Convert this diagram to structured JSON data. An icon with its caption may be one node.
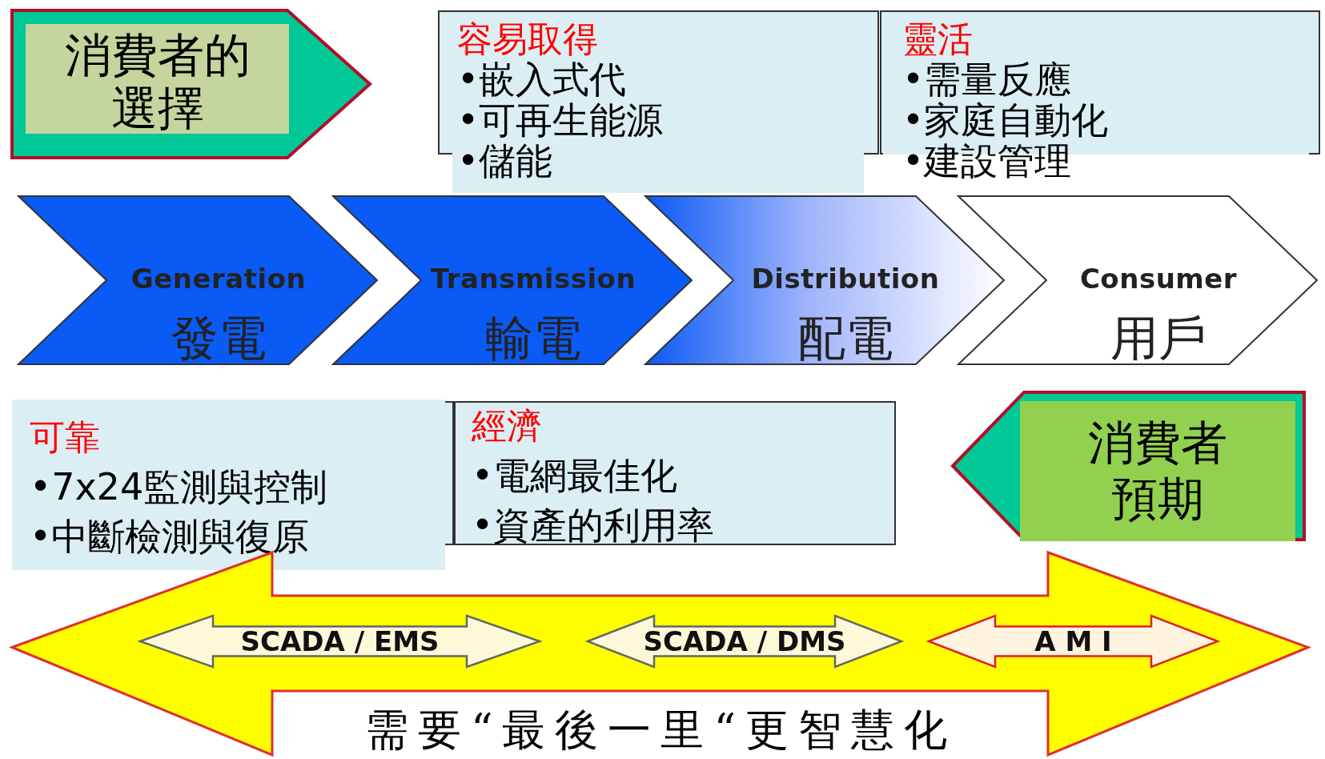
{
  "diagram": {
    "caption": "需要“最後一里“更智慧化",
    "nodes": [
      {
        "text": [
          "消費者的選擇"
        ]
      },
      {
        "text": [
          "容易取得",
          "•嵌入式代",
          "•可再生能源",
          "•儲能"
        ]
      },
      {
        "text": [
          "靈活",
          "•需量反應",
          "•家庭自動化",
          "•建設管理"
        ]
      },
      {
        "text": [
          "Generation",
          "發電"
        ]
      },
      {
        "text": [
          "Transmission",
          "輸電"
        ]
      },
      {
        "text": [
          "Distribution",
          "配電"
        ]
      },
      {
        "text": [
          "Consumer",
          "用戶"
        ]
      },
      {
        "text": [
          "可靠",
          "•7x24監測與控制",
          "•中斷檢測與復原"
        ]
      },
      {
        "text": [
          "經濟",
          "•電網最佳化",
          "•資產的利用率"
        ]
      },
      {
        "text": [
          "消費者預期"
        ]
      },
      {
        "text": [],
        "shape": "arrow"
      },
      {
        "text": [
          "SCADA / EMS"
        ],
        "in": 10
      },
      {
        "text": [
          "SCADA / DMS"
        ],
        "in": 10
      },
      {
        "text": [
          "A M I"
        ],
        "in": 10
      }
    ]
  }
}
